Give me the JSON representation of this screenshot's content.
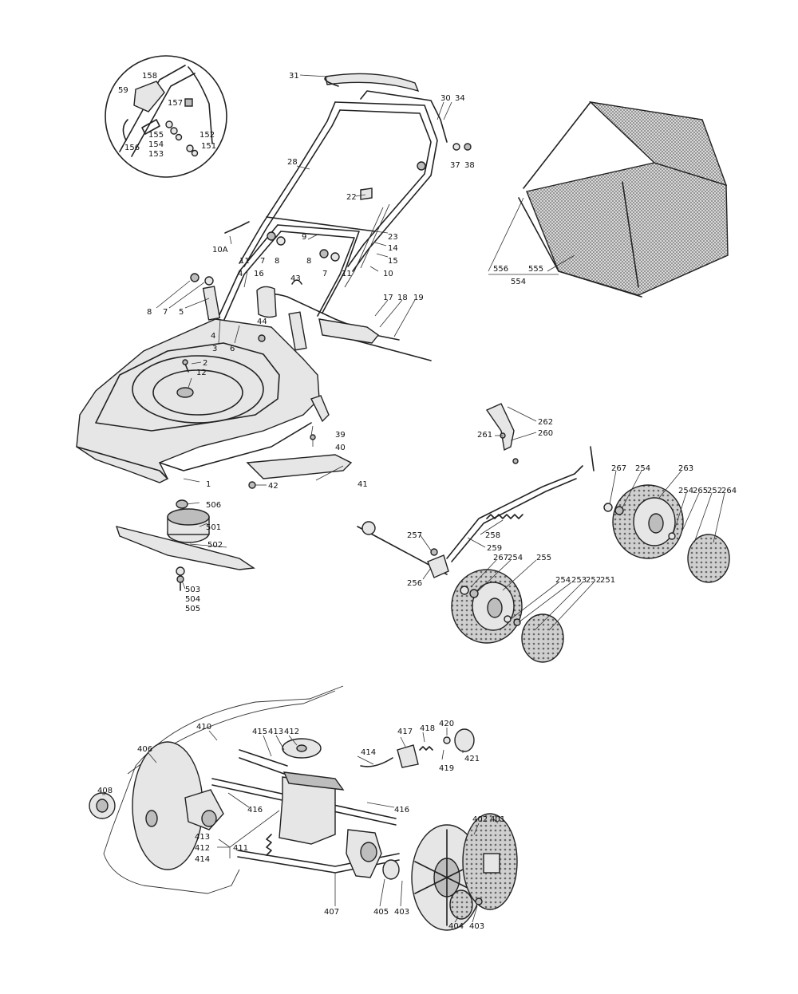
{
  "labels": {
    "p1": "1",
    "p2": "2",
    "p3": "3",
    "p4a": "4",
    "p4b": "4",
    "p5": "5",
    "p6": "6",
    "p7a": "7",
    "p7b": "7",
    "p7c": "7",
    "p8a": "8",
    "p8b": "8",
    "p8c": "8",
    "p9": "9",
    "p10": "10",
    "p10a": "10A",
    "p11a": "11",
    "p11b": "11",
    "p12": "12",
    "p14": "14",
    "p15": "15",
    "p16": "16",
    "p17": "17",
    "p18": "18",
    "p19": "19",
    "p22": "22",
    "p23": "23",
    "p28": "28",
    "p30": "30",
    "p31": "31",
    "p34": "34",
    "p37": "37",
    "p38": "38",
    "p39": "39",
    "p40": "40",
    "p41": "41",
    "p42": "42",
    "p43": "43",
    "p44": "44",
    "p151": "151",
    "p152": "152",
    "p153": "153",
    "p154": "154",
    "p155": "155",
    "p156": "156",
    "p157": "157",
    "p158": "158",
    "p159": "59",
    "p251": "251",
    "p252a": "252",
    "p252b": "252",
    "p253": "253",
    "p254a": "254",
    "p254b": "254",
    "p254c": "254",
    "p254d": "254",
    "p255": "255",
    "p256": "256",
    "p257": "257",
    "p258": "258",
    "p259": "259",
    "p260": "260",
    "p261": "261",
    "p262": "262",
    "p263": "263",
    "p264": "264",
    "p265": "265",
    "p267a": "267",
    "p267b": "267",
    "p401": "401",
    "p402": "402",
    "p403a": "403",
    "p403b": "403",
    "p404": "404",
    "p405": "405",
    "p406": "406",
    "p407": "407",
    "p408": "408",
    "p410": "410",
    "p411": "411",
    "p412a": "412",
    "p412b": "412",
    "p413a": "413",
    "p413b": "413",
    "p414a": "414",
    "p414b": "414",
    "p415": "415",
    "p416a": "416",
    "p416b": "416",
    "p417": "417",
    "p418": "418",
    "p419": "419",
    "p420": "420",
    "p421": "421",
    "p501": "501",
    "p502": "502",
    "p503": "503",
    "p504": "504",
    "p505": "505",
    "p506": "506",
    "p554": "554",
    "p555": "555",
    "p556": "556"
  }
}
